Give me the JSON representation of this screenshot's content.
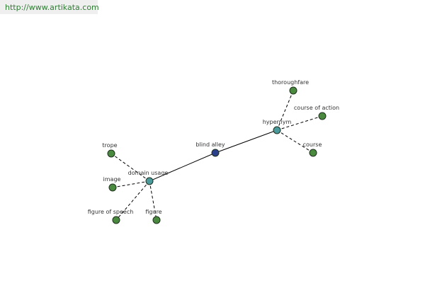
{
  "banner": {
    "url": "http://www.artikata.com"
  },
  "colors": {
    "root": "#2b3f8a",
    "hub": "#4a9a9c",
    "leaf": "#4a8a3e",
    "banner_text": "#2e7d32"
  },
  "graph": {
    "nodes": [
      {
        "id": "blind-alley",
        "label": "blind alley",
        "kind": "root"
      },
      {
        "id": "hypernym",
        "label": "hypernym",
        "kind": "hub"
      },
      {
        "id": "domain-usage",
        "label": "domain usage",
        "kind": "hub"
      },
      {
        "id": "thoroughfare",
        "label": "thoroughfare",
        "kind": "leaf"
      },
      {
        "id": "course-of-action",
        "label": "course of action",
        "kind": "leaf"
      },
      {
        "id": "course",
        "label": "course",
        "kind": "leaf"
      },
      {
        "id": "trope",
        "label": "trope",
        "kind": "leaf"
      },
      {
        "id": "image",
        "label": "image",
        "kind": "leaf"
      },
      {
        "id": "figure-of-speech",
        "label": "figure of speech",
        "kind": "leaf"
      },
      {
        "id": "figure",
        "label": "figure",
        "kind": "leaf"
      }
    ],
    "edges": [
      {
        "from": "blind-alley",
        "to": "hypernym",
        "style": "solid"
      },
      {
        "from": "blind-alley",
        "to": "domain-usage",
        "style": "solid"
      },
      {
        "from": "hypernym",
        "to": "thoroughfare",
        "style": "dashed"
      },
      {
        "from": "hypernym",
        "to": "course-of-action",
        "style": "dashed"
      },
      {
        "from": "hypernym",
        "to": "course",
        "style": "dashed"
      },
      {
        "from": "domain-usage",
        "to": "trope",
        "style": "dashed"
      },
      {
        "from": "domain-usage",
        "to": "image",
        "style": "dashed"
      },
      {
        "from": "domain-usage",
        "to": "figure-of-speech",
        "style": "dashed"
      },
      {
        "from": "domain-usage",
        "to": "figure",
        "style": "dashed"
      }
    ]
  }
}
